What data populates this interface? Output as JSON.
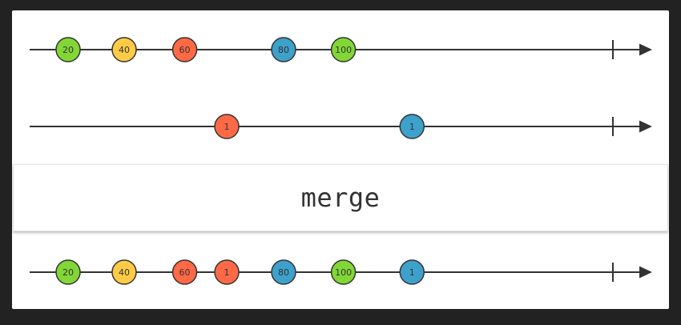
{
  "colors": {
    "page_background": "#222222",
    "card_background": "#ffffff",
    "line": "#333333",
    "green": "#82d736",
    "yellow": "#ffcb46",
    "red": "#ff6946",
    "blue": "#3ea1cb"
  },
  "operator": {
    "label": "merge"
  },
  "timelines": [
    {
      "role": "input",
      "marbles": [
        {
          "label": "20",
          "time": 0.0,
          "color": "green"
        },
        {
          "label": "40",
          "time": 0.1288,
          "color": "yellow"
        },
        {
          "label": "60",
          "time": 0.2678,
          "color": "red"
        },
        {
          "label": "80",
          "time": 0.4949,
          "color": "blue"
        },
        {
          "label": "100",
          "time": 0.6322,
          "color": "green"
        }
      ],
      "completed": true
    },
    {
      "role": "input",
      "marbles": [
        {
          "label": "1",
          "time": 0.3644,
          "color": "red"
        },
        {
          "label": "1",
          "time": 0.7898,
          "color": "blue"
        }
      ],
      "completed": true
    },
    {
      "role": "output",
      "marbles": [
        {
          "label": "20",
          "time": 0.0,
          "color": "green"
        },
        {
          "label": "40",
          "time": 0.1288,
          "color": "yellow"
        },
        {
          "label": "60",
          "time": 0.2678,
          "color": "red"
        },
        {
          "label": "1",
          "time": 0.3644,
          "color": "red"
        },
        {
          "label": "80",
          "time": 0.4949,
          "color": "blue"
        },
        {
          "label": "100",
          "time": 0.6322,
          "color": "green"
        },
        {
          "label": "1",
          "time": 0.7898,
          "color": "blue"
        }
      ],
      "completed": true
    }
  ]
}
